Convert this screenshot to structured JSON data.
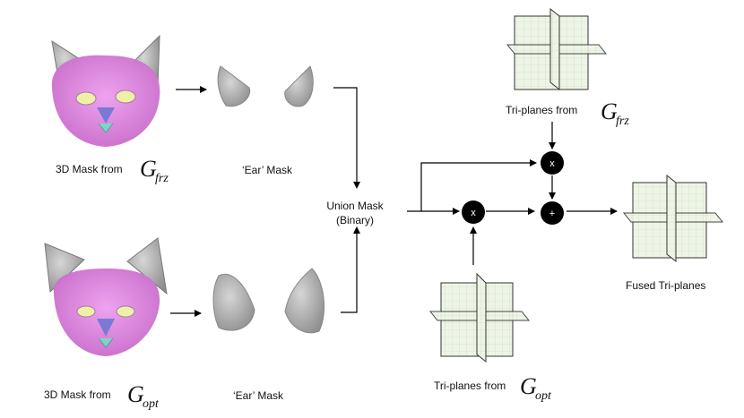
{
  "colors": {
    "skin": "#e58be6",
    "skin_shade": "#c96fcb",
    "ear_gray": "#b9b9b9",
    "ear_dark": "#8e8e8e",
    "eye_yellow": "#f0efa8",
    "nose_blue": "#7a79d6",
    "mouth_teal": "#7fd4c6",
    "plane_fill": "#eef5e6",
    "plane_grid": "#c9d8c0",
    "node_fill": "#000000"
  },
  "labels": {
    "mask_frz": "3D Mask from",
    "mask_opt": "3D Mask from",
    "ear_mask_top": "‘Ear’ Mask",
    "ear_mask_bottom": "‘Ear’ Mask",
    "union_line1": "Union Mask",
    "union_line2": "(Binary)",
    "triplanes_frz": "Tri-planes from",
    "triplanes_opt": "Tri-planes from",
    "fused": "Fused Tri-planes"
  },
  "math": {
    "g": "G",
    "sub_frz": "frz",
    "sub_opt": "opt"
  },
  "ops": {
    "multiply_top": "x",
    "multiply_bottom": "x",
    "add": "+"
  },
  "icons": {
    "cat_frz": "cat-head-3d-mask-icon",
    "cat_opt": "cat-head-3d-mask-icon",
    "ears": "ear-mesh-icon",
    "triplane": "triplane-grid-icon"
  }
}
